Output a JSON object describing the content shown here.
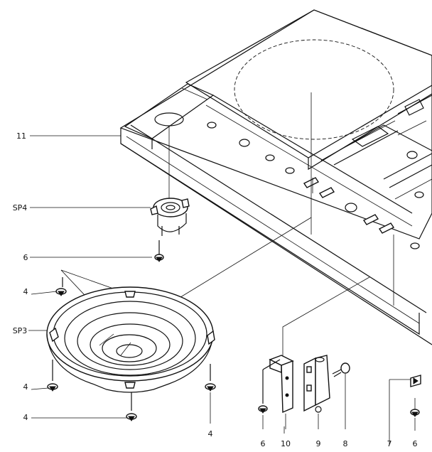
{
  "callouts": {
    "c11": "11",
    "sp4": "SP4",
    "c6_left": "6",
    "c4_upper": "4",
    "sp3": "SP3",
    "c4_mid": "4",
    "c4_low": "4",
    "c4_bottom": "4",
    "c6_bottom": "6",
    "c10": "10",
    "c9": "9",
    "c8": "8",
    "c7": "7",
    "c6_right": "6"
  },
  "colors": {
    "ink": "#111111",
    "paper": "#ffffff"
  }
}
